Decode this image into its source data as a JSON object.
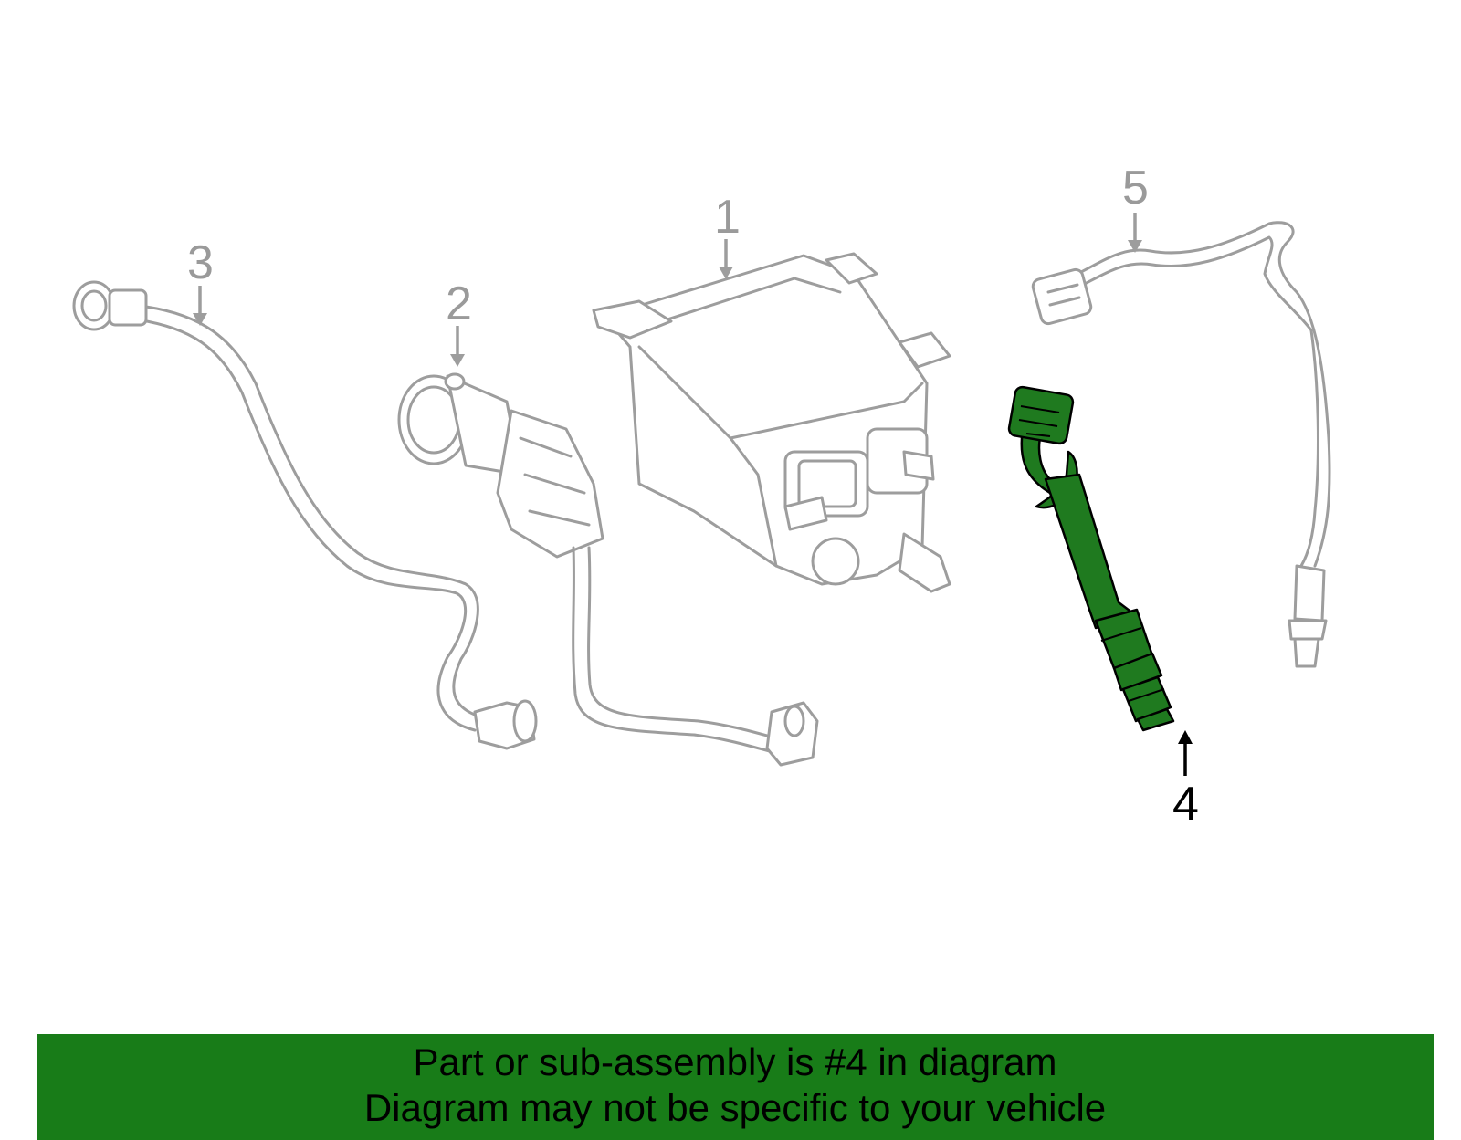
{
  "callouts": {
    "c1": "1",
    "c2": "2",
    "c3": "3",
    "c4": "4",
    "c5": "5"
  },
  "highlighted_part": "4",
  "colors": {
    "highlight": "#1f7a1f",
    "outline": "#9d9d9d",
    "banner": "#187c18"
  },
  "banner": {
    "line1": "Part or sub-assembly is #4 in diagram",
    "line2": "Diagram may not be specific to your vehicle"
  }
}
